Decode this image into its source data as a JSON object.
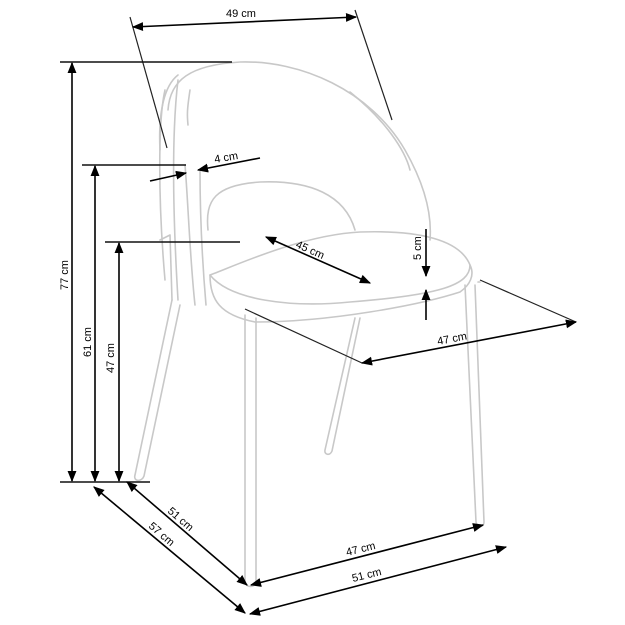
{
  "diagram": {
    "subject": "chair-dimension-drawing",
    "unit": "cm",
    "line_color": "#000000",
    "outline_color": "#c8c8c8",
    "dimensions": {
      "backrest_width": "49 cm",
      "backrest_thickness": "4 cm",
      "seat_depth": "45 cm",
      "seat_cushion_thickness": "5 cm",
      "seat_width": "47 cm",
      "total_height": "77 cm",
      "armrest_height": "61 cm",
      "seat_height": "47 cm",
      "leg_depth_inner": "51 cm",
      "total_depth": "57 cm",
      "leg_width_inner": "47 cm",
      "total_width": "51 cm"
    }
  }
}
